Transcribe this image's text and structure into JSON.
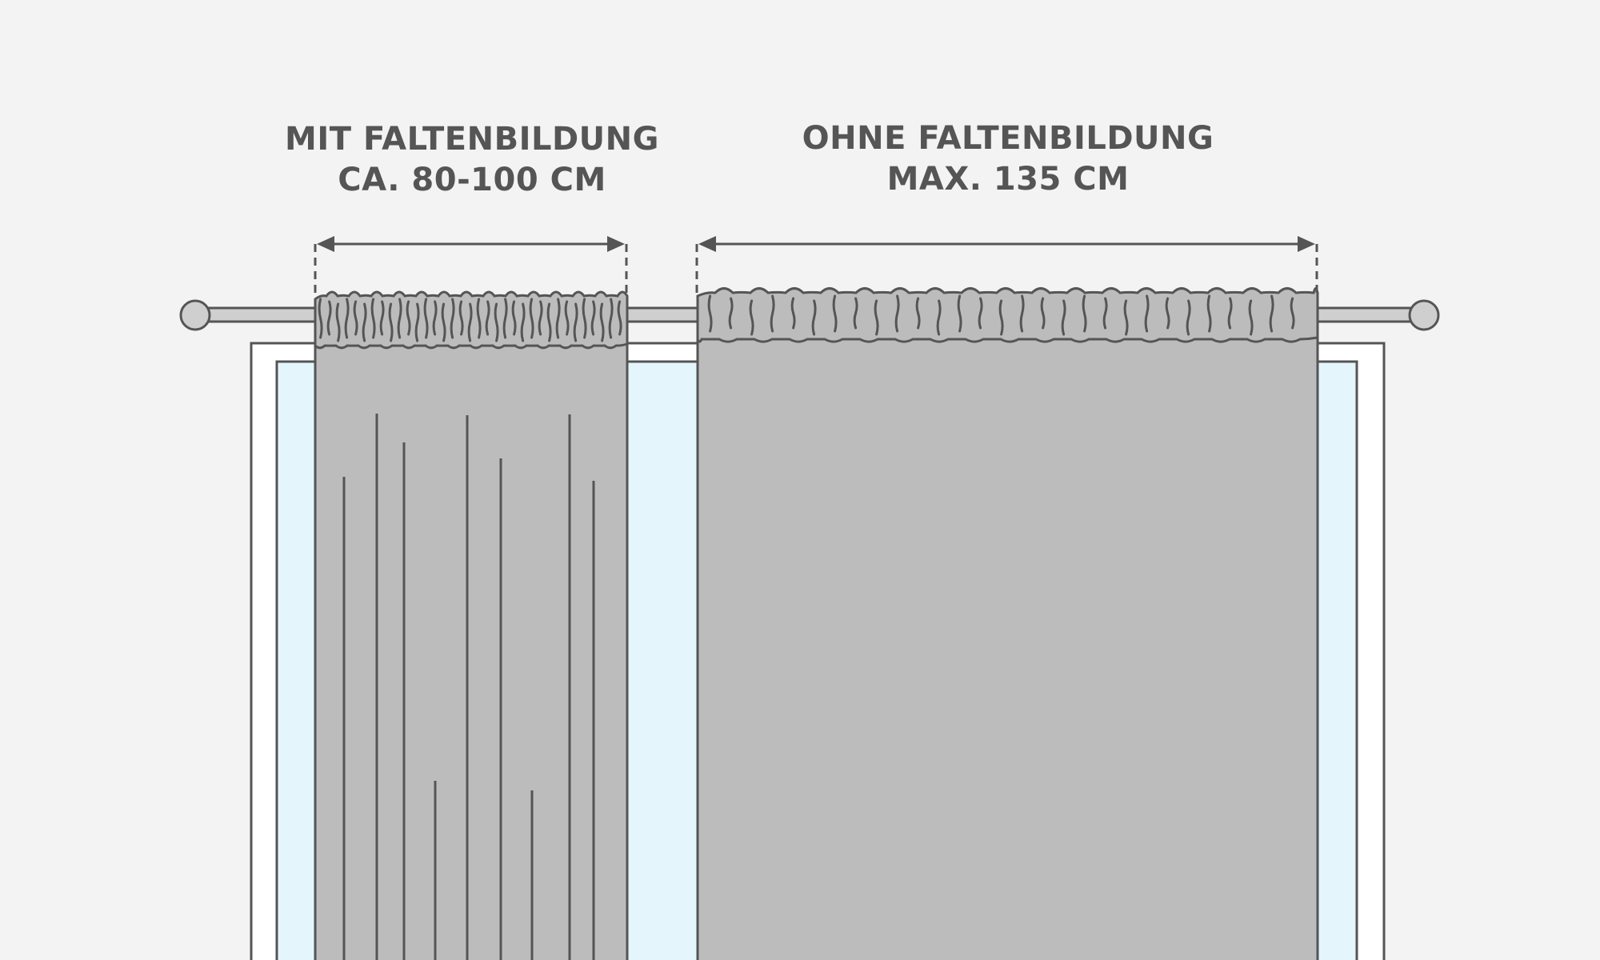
{
  "labels": {
    "with_pleats": {
      "line1": "MIT FALTENBILDUNG",
      "line2": "CA. 80-100 CM"
    },
    "without_pleats": {
      "line1": "OHNE FALTENBILDUNG",
      "line2": "MAX. 135 CM"
    }
  },
  "colors": {
    "background": "#f3f3f3",
    "outline": "#555555",
    "curtain_fill": "#bcbcbc",
    "glass": "#e4f6fc",
    "frame": "#ffffff",
    "rod": "#cfcfcf",
    "text": "#555555"
  }
}
